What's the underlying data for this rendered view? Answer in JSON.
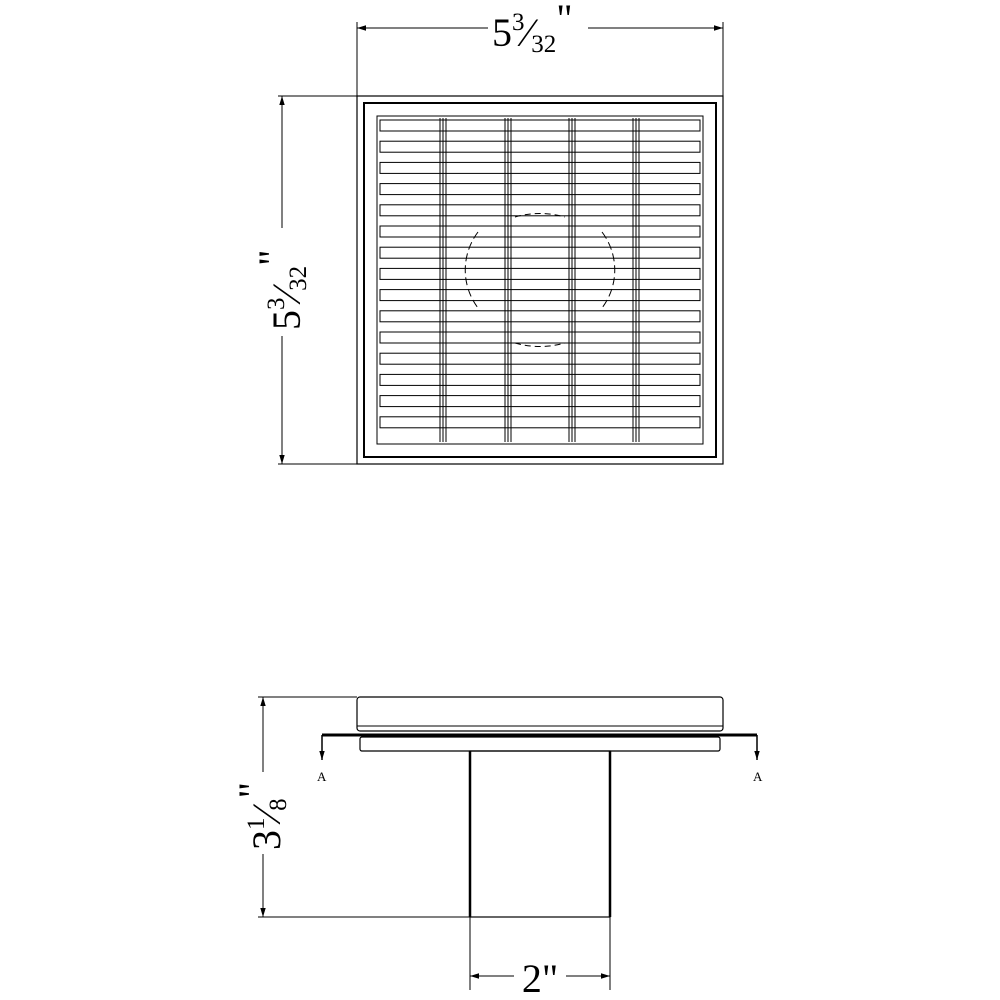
{
  "top_view": {
    "width_dim": {
      "whole": "5",
      "num": "3",
      "den": "32",
      "unit": "\""
    },
    "height_dim": {
      "whole": "5",
      "num": "3",
      "den": "32",
      "unit": "\""
    }
  },
  "side_view": {
    "height_dim": {
      "whole": "3",
      "num": "1",
      "den": "8",
      "unit": "\""
    },
    "pipe_dim": "2\"",
    "section_label_left": "A",
    "section_label_right": "A"
  }
}
